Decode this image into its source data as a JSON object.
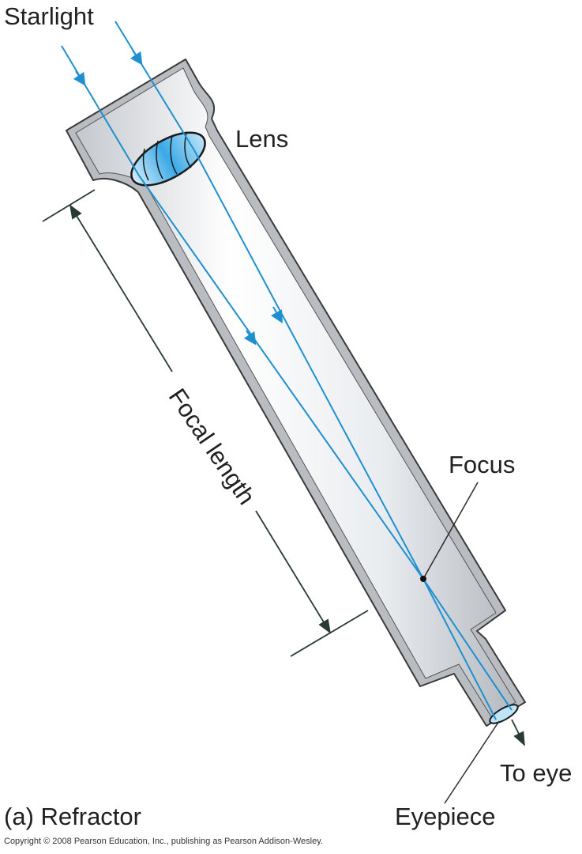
{
  "labels": {
    "starlight": "Starlight",
    "lens": "Lens",
    "focal_length": "Focal length",
    "focus": "Focus",
    "to_eye": "To eye",
    "eyepiece": "Eyepiece",
    "caption": "(a) Refractor",
    "copyright": "Copyright © 2008 Pearson Education, Inc., publishing as Pearson Addison-Wesley."
  },
  "colors": {
    "ray": "#1e90d0",
    "tube_outline": "#3a3a3a",
    "tube_wall": "#b9bcc1",
    "lens_blue": "#39a9e6",
    "text": "#231f20"
  }
}
